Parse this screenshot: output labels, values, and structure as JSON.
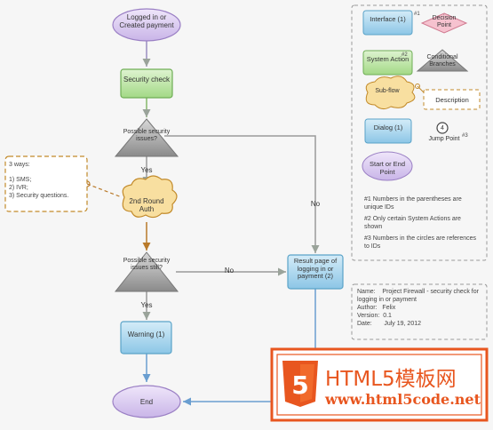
{
  "nodes": {
    "start": "Logged in or Created payment",
    "security_check": "Security check",
    "possible_issues": "Possible security issues?",
    "second_auth": "2nd Round Auth",
    "possible_issues_still": "Possible security issues still?",
    "warning": "Warning (1)",
    "result_page": "Result page of logging in or payment (2)",
    "end": "End"
  },
  "edges": {
    "yes1": "Yes",
    "no1": "No",
    "no2": "No",
    "yes2": "Yes"
  },
  "ways_note": {
    "title": "3 ways:",
    "items": [
      "1) SMS;",
      "2) IVR;",
      "3) Security questions."
    ]
  },
  "legend": {
    "interface": "Interface (1)",
    "hash1": "#1",
    "decision": "Decision Point",
    "system_action": "System Action",
    "hash2": "#2",
    "conditional": "Conditional Branches",
    "subflow": "Sub-flow",
    "description": "Description",
    "dialog": "Dialog (1)",
    "jump_number": "4",
    "jump_point": "Jump Point",
    "hash3": "#3",
    "start_end": "Start or End Point",
    "notes": [
      "#1 Numbers in the parentheses are unique IDs",
      "#2 Only certain System Actions are shown",
      "#3 Numbers in the circles are references to IDs"
    ]
  },
  "meta": {
    "name_label": "Name:",
    "name_value": "Project Firewall - security check for logging in or payment",
    "author_label": "Author:",
    "author_value": "Felix",
    "version_label": "Version:",
    "version_value": "0.1",
    "date_label": "Date:",
    "date_value": "July 19, 2012"
  },
  "watermark": {
    "logo_number": "5",
    "brand": "HTML5模板网",
    "url": "www.html5code.net"
  },
  "colors": {
    "interface_fill": "#a9d6ee",
    "interface_stroke": "#5aa3c8",
    "action_fill": "#b9e3a3",
    "action_stroke": "#6fae55",
    "decision_fill": "#9a9a9a",
    "subflow_fill": "#f8dfa0",
    "subflow_stroke": "#c28a2a",
    "startend_fill": "#dccdf0",
    "startend_stroke": "#9a7fc4",
    "pink_fill": "#f6c2cf",
    "line": "#888888",
    "blue_line": "#6a9ed0",
    "watermark_orange": "#e8561f"
  }
}
